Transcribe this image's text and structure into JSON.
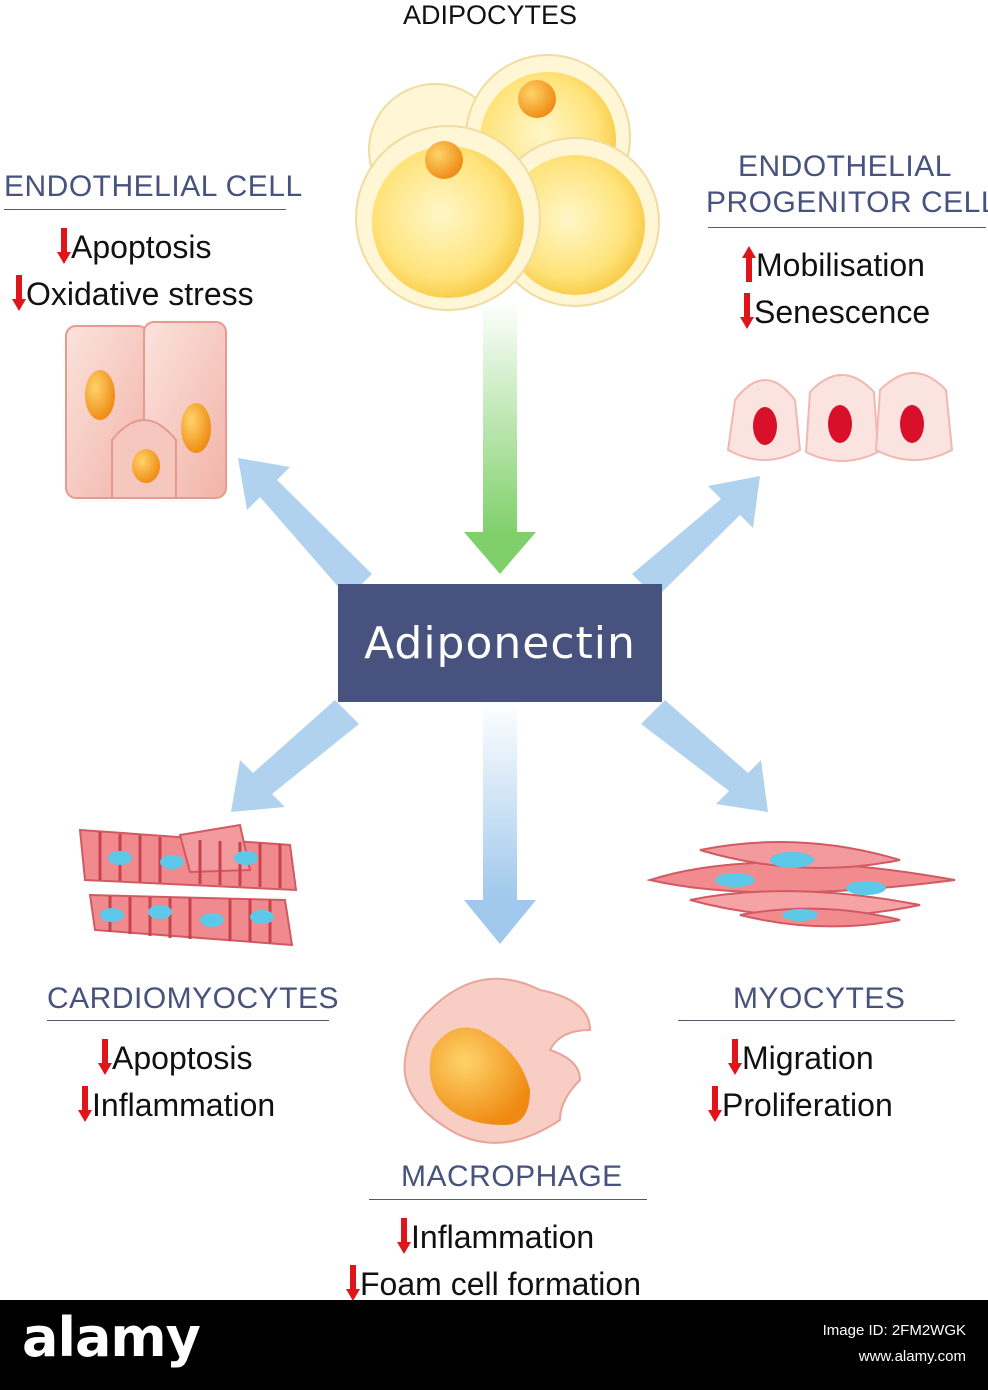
{
  "center": {
    "label": "Adiponectin"
  },
  "adipocytes": {
    "title": "ADIPOCYTES"
  },
  "endothelial_cell": {
    "title": "ENDOTHELIAL  CELL",
    "effects": [
      {
        "text": "Apoptosis",
        "direction": "down"
      },
      {
        "text": "Oxidative stress",
        "direction": "down"
      }
    ]
  },
  "endothelial_progenitor_cell": {
    "title_line1": "ENDOTHELIAL",
    "title_line2": "PROGENITOR CELL",
    "effects": [
      {
        "text": "Mobilisation",
        "direction": "up"
      },
      {
        "text": "Senescence",
        "direction": "down"
      }
    ]
  },
  "cardiomyocytes": {
    "title": "CARDIOMYOCYTES",
    "effects": [
      {
        "text": "Apoptosis",
        "direction": "down"
      },
      {
        "text": "Inflammation",
        "direction": "down"
      }
    ]
  },
  "macrophage": {
    "title": "MACROPHAGE",
    "effects": [
      {
        "text": "Inflammation",
        "direction": "down"
      },
      {
        "text": "Foam cell formation",
        "direction": "down"
      }
    ]
  },
  "myocytes": {
    "title": "MYOCYTES",
    "effects": [
      {
        "text": "Migration",
        "direction": "down"
      },
      {
        "text": "Proliferation",
        "direction": "down"
      }
    ]
  },
  "footer": {
    "brand": "alamy",
    "image_id": "Image ID: 2FM2WGK",
    "site": "www.alamy.com"
  },
  "colors": {
    "title_blue": "#47527e",
    "arrow_green": "#8fd67a",
    "arrow_blue": "#a9cdec",
    "indicator_red": "#e0141b"
  }
}
